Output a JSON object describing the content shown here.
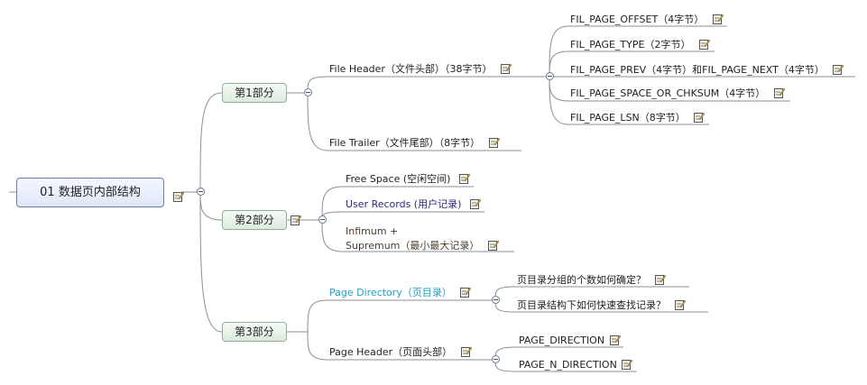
{
  "root": {
    "label": "01 数据页内部结构"
  },
  "sections": [
    {
      "label": "第1部分",
      "children": [
        {
          "label": "File Header（文件头部）（38字节）",
          "children": [
            "FIL_PAGE_OFFSET（4字节）",
            "FIL_PAGE_TYPE（2字节）",
            "FIL_PAGE_PREV（4字节）和FIL_PAGE_NEXT（4字节）",
            "FIL_PAGE_SPACE_OR_CHKSUM（4字节）",
            "FIL_PAGE_LSN（8字节）"
          ]
        },
        {
          "label": "File Trailer（文件尾部）（8字节）"
        }
      ]
    },
    {
      "label": "第2部分",
      "children": [
        {
          "label": "Free Space (空闲空间)"
        },
        {
          "label": "User Records (用户记录)"
        },
        {
          "label_line1": "Infimum +",
          "label_line2": "Supremum（最小最大记录）"
        }
      ]
    },
    {
      "label": "第3部分",
      "children": [
        {
          "label": "Page Directory（页目录）",
          "children": [
            "页目录分组的个数如何确定？",
            "页目录结构下如何快速查找记录？"
          ]
        },
        {
          "label": "Page Header（页面头部）",
          "children": [
            "PAGE_DIRECTION",
            "PAGE_N_DIRECTION"
          ]
        }
      ]
    }
  ],
  "colors": {
    "page_directory_text": "#1aa3c8",
    "user_records_text": "#2e2a7a",
    "line": "#8a8f98"
  },
  "icons": {
    "note": "note-icon",
    "collapse": "collapse-icon"
  }
}
